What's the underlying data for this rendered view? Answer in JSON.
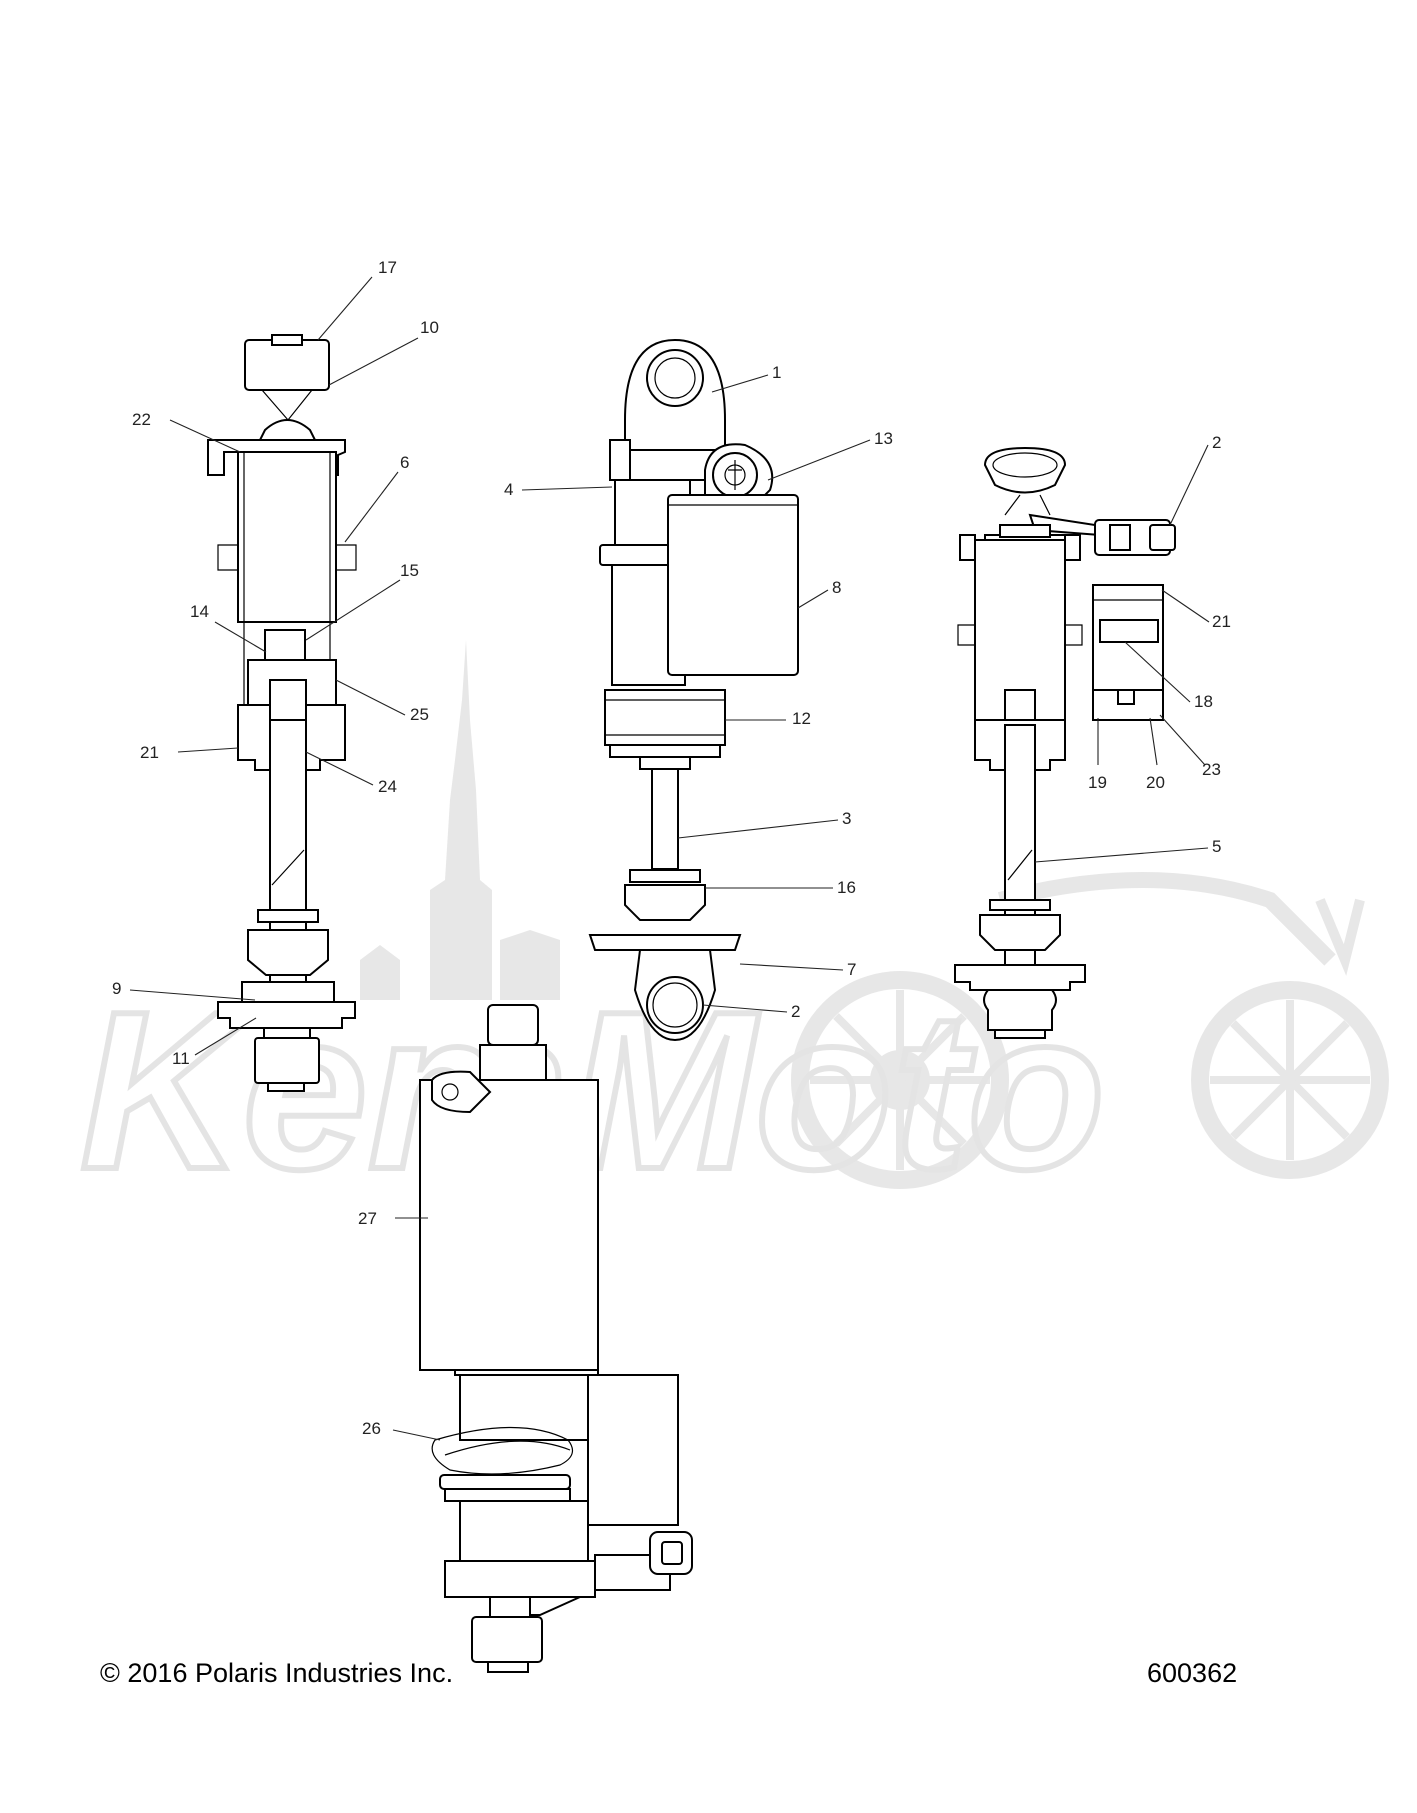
{
  "footer": {
    "copyright": "© 2016 Polaris Industries Inc.",
    "diagram_number": "600362"
  },
  "watermark": {
    "text": "KemMoto",
    "color": "#d9d9d9"
  },
  "callouts": {
    "left": [
      "17",
      "10",
      "22",
      "6",
      "15",
      "14",
      "25",
      "21",
      "24",
      "9",
      "11"
    ],
    "center": [
      "1",
      "13",
      "4",
      "8",
      "12",
      "3",
      "16",
      "7",
      "2"
    ],
    "right": [
      "2",
      "21",
      "18",
      "19",
      "20",
      "23",
      "5"
    ],
    "bottom": [
      "27",
      "26"
    ]
  }
}
